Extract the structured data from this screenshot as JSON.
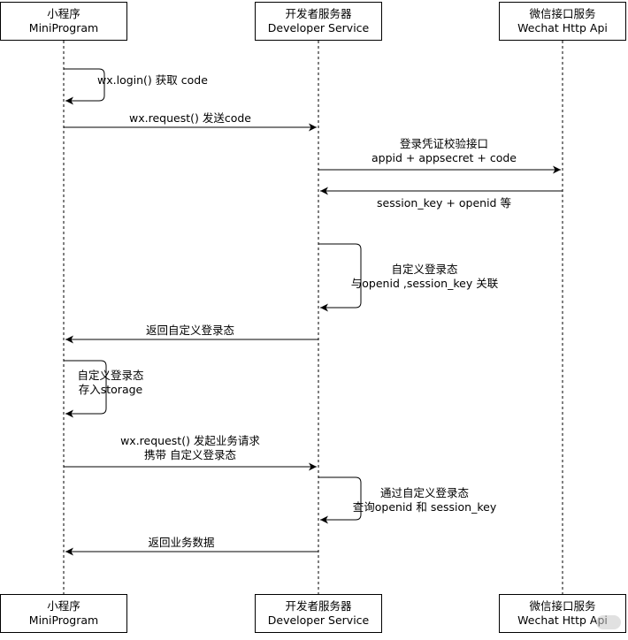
{
  "participants": [
    {
      "id": "mini",
      "title": "小程序",
      "subtitle": "MiniProgram"
    },
    {
      "id": "dev",
      "title": "开发者服务器",
      "subtitle": "Developer Service"
    },
    {
      "id": "wx",
      "title": "微信接口服务",
      "subtitle": "Wechat Http Api"
    }
  ],
  "messages": {
    "m1": {
      "lines": [
        "wx.login() 获取 code"
      ]
    },
    "m2": {
      "lines": [
        "wx.request() 发送code"
      ]
    },
    "m3": {
      "lines": [
        "登录凭证校验接口",
        "appid + appsecret + code"
      ]
    },
    "m4": {
      "lines": [
        "session_key + openid 等"
      ]
    },
    "m5": {
      "lines": [
        "自定义登录态",
        "与openid ,session_key 关联"
      ]
    },
    "m6": {
      "lines": [
        "返回自定义登录态"
      ]
    },
    "m7": {
      "lines": [
        "自定义登录态",
        "存入storage"
      ]
    },
    "m8": {
      "lines": [
        "wx.request() 发起业务请求",
        "携带 自定义登录态"
      ]
    },
    "m9": {
      "lines": [
        "通过自定义登录态",
        "查询openid 和 session_key"
      ]
    },
    "m10": {
      "lines": [
        "返回业务数据"
      ]
    }
  }
}
